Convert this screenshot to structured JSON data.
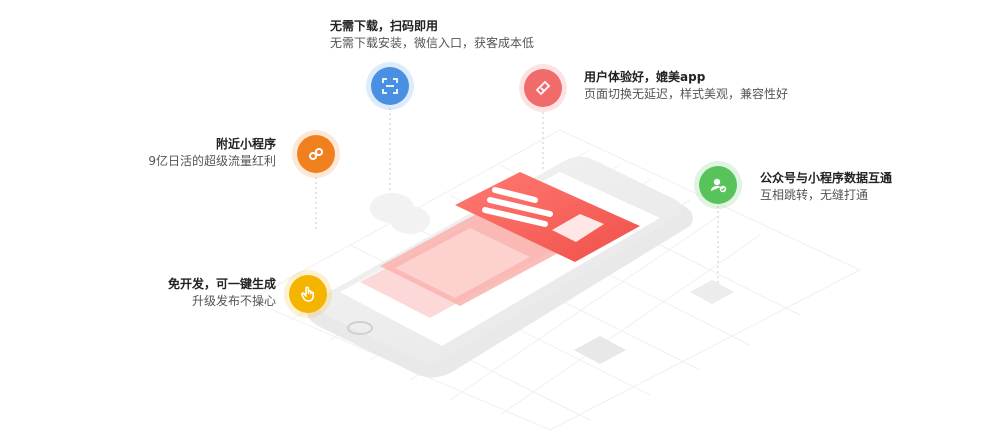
{
  "features": [
    {
      "id": "scan",
      "title": "无需下载，扫码即用",
      "desc": "无需下载安装，微信入口，获客成本低",
      "icon": "scan-code-icon",
      "color": "#4a90e2"
    },
    {
      "id": "ux",
      "title": "用户体验好，媲美app",
      "desc": "页面切换无延迟，样式美观，兼容性好",
      "icon": "ticket-icon",
      "color": "#f26b6b"
    },
    {
      "id": "nearby",
      "title": "附近小程序",
      "desc": "9亿日活的超级流量红利",
      "icon": "mini-program-icon",
      "color": "#f07f1e"
    },
    {
      "id": "sync",
      "title": "公众号与小程序数据互通",
      "desc": "互相跳转，无缝打通",
      "icon": "user-check-icon",
      "color": "#57c35a"
    },
    {
      "id": "nodev",
      "title": "免开发，可一键生成",
      "desc": "升级发布不操心",
      "icon": "hand-tap-icon",
      "color": "#f5b400"
    }
  ]
}
